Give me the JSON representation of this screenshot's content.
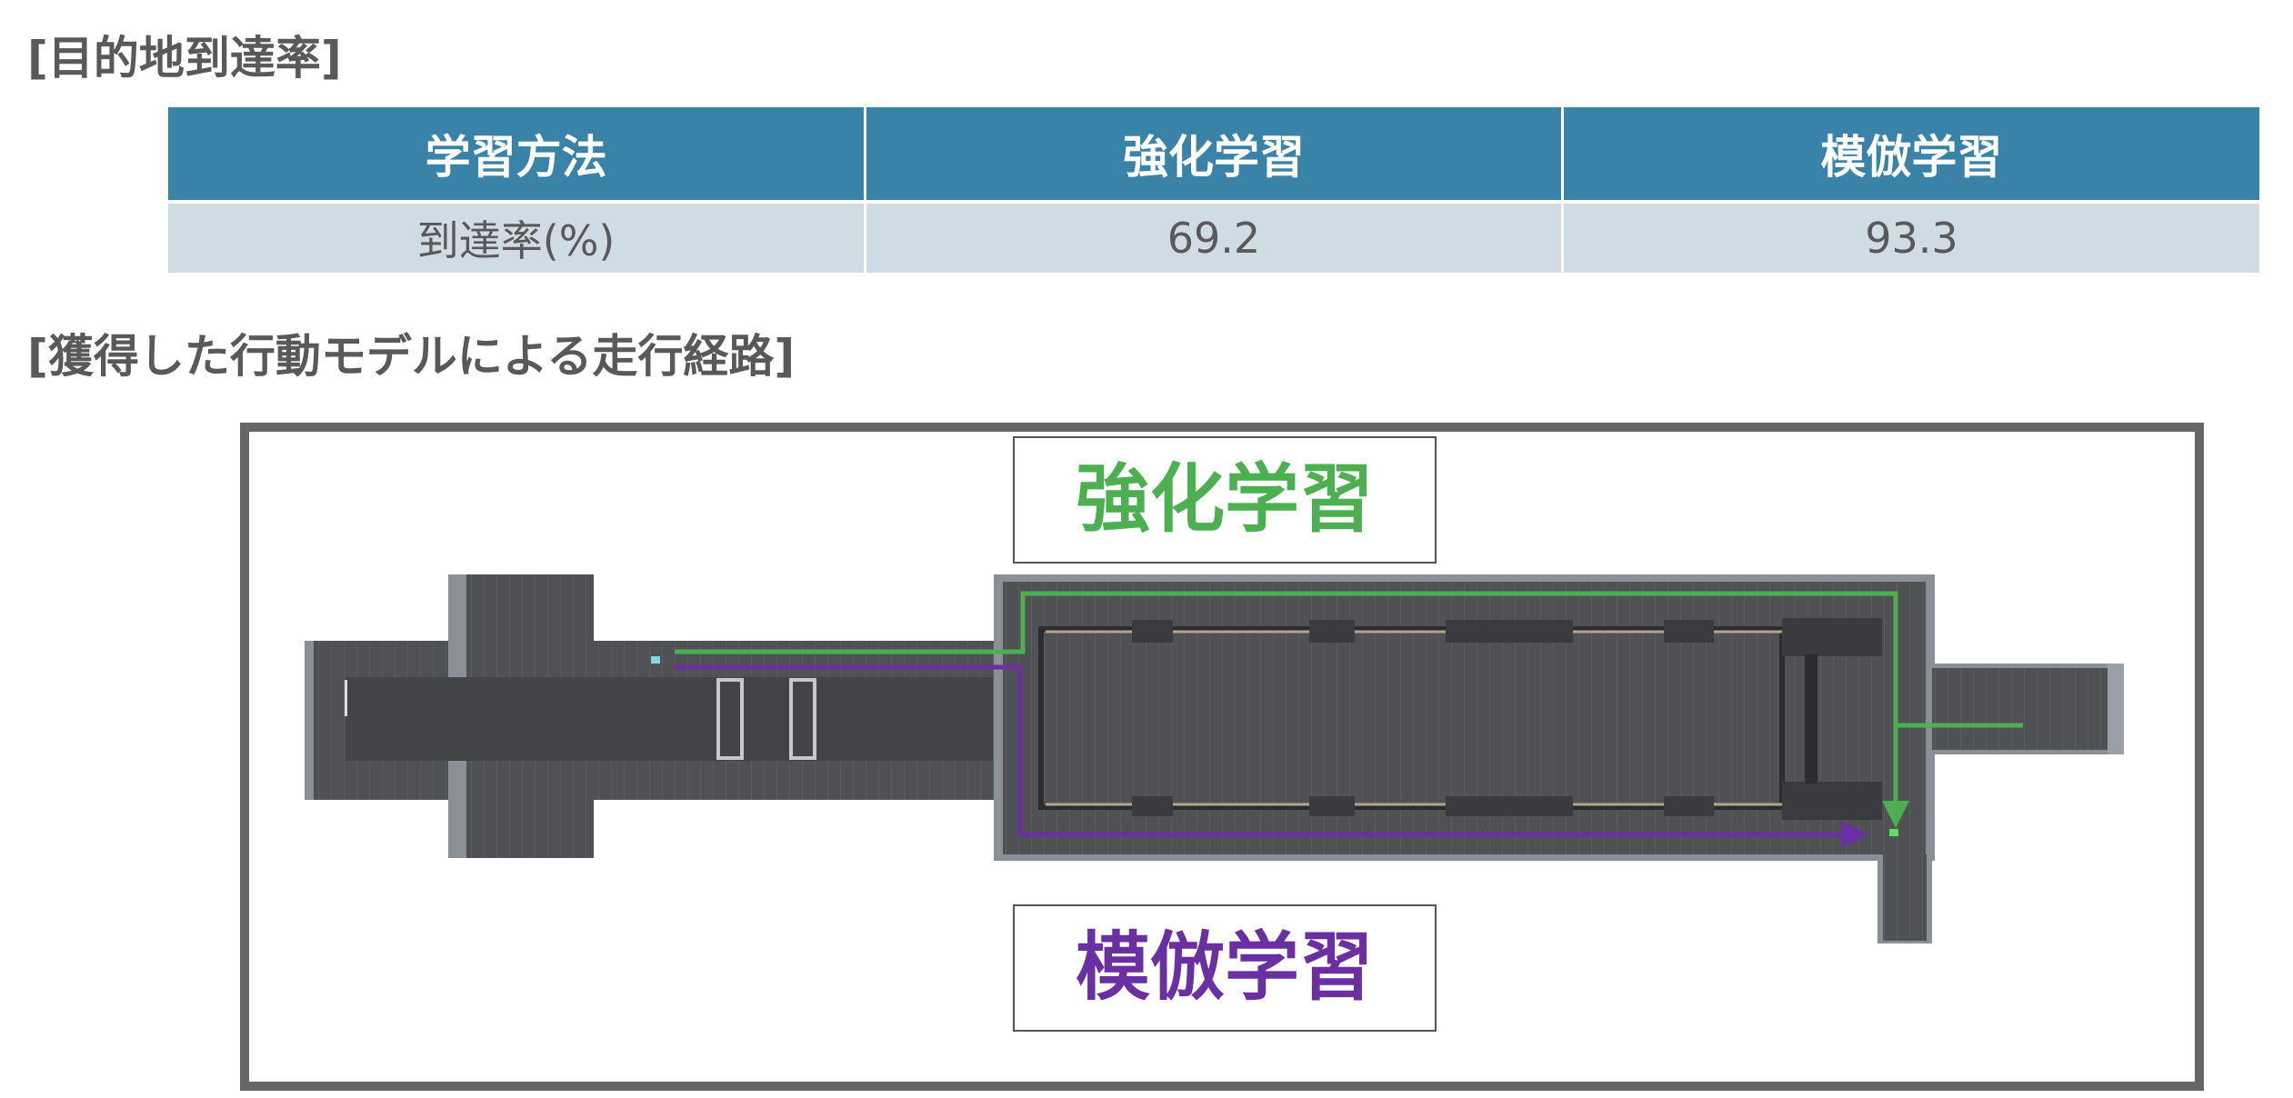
{
  "headings": {
    "reach_rate": "[目的地到達率]",
    "route": "[獲得した行動モデルによる走行経路]"
  },
  "table": {
    "headers": [
      "学習方法",
      "強化学習",
      "模倣学習"
    ],
    "row": [
      "到達率(%)",
      "69.2",
      "93.3"
    ]
  },
  "figure": {
    "label_rl": "強化学習",
    "label_il": "模倣学習"
  },
  "colors": {
    "header_bg": "#3a83a8",
    "row_bg": "#d0dce4",
    "rl_route": "#4caf50",
    "il_route": "#6a2fa0"
  }
}
